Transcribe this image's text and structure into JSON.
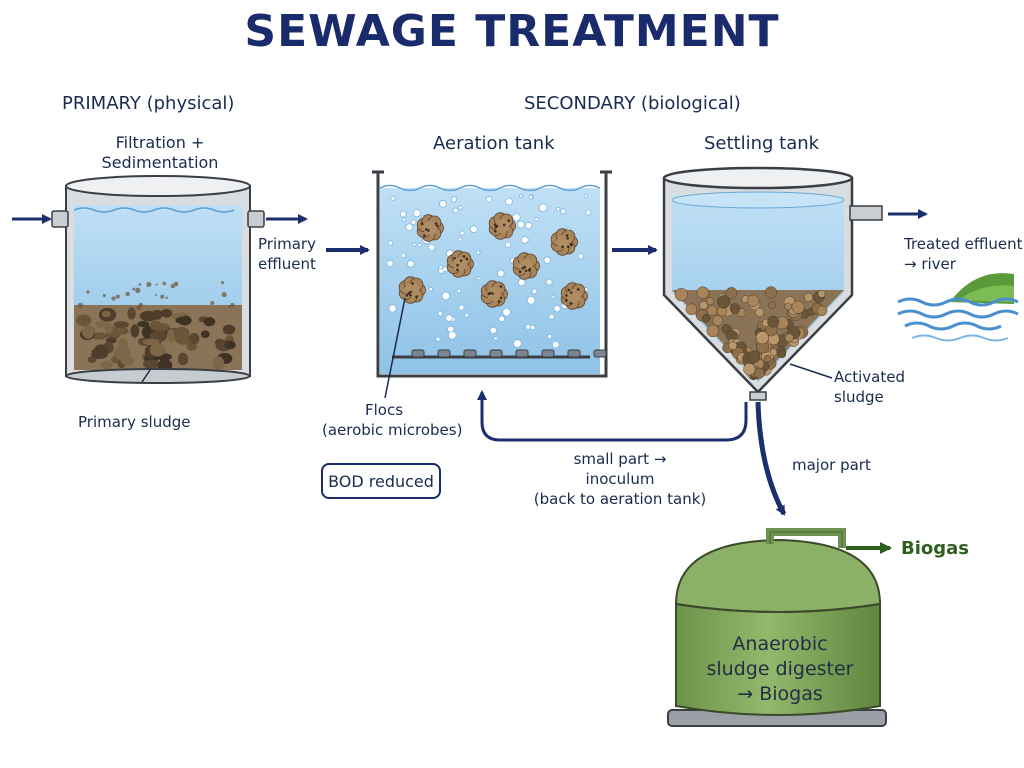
{
  "title": "SEWAGE TREATMENT",
  "sections": {
    "primary": "PRIMARY (physical)",
    "secondary": "SECONDARY (biological)"
  },
  "tanks": {
    "primary_tank": {
      "line1": "Filtration +",
      "line2": "Sedimentation"
    },
    "aeration_tank": "Aeration tank",
    "settling_tank": "Settling tank"
  },
  "labels": {
    "primary_effluent": {
      "line1": "Primary",
      "line2": "effluent"
    },
    "primary_sludge": "Primary sludge",
    "flocs": {
      "line1": "Flocs",
      "line2": "(aerobic microbes)"
    },
    "bod": "BOD reduced",
    "treated_effluent": {
      "line1": "Treated effluent",
      "line2": "→ river"
    },
    "activated_sludge": {
      "line1": "Activated",
      "line2": "sludge"
    },
    "return": {
      "line1": "small part →",
      "line2": "inoculum",
      "line3": "(back to aeration tank)"
    },
    "major_part": "major part",
    "digester": {
      "line1": "Anaerobic",
      "line2": "sludge digester",
      "line3": "→ Biogas"
    },
    "biogas": "Biogas"
  },
  "colors": {
    "arrow": "#1a2f6e",
    "water": "#a9d3f0",
    "sludge": "#7a6548",
    "digester": "#7fa35a",
    "biogas_arrow": "#2e5f1e"
  }
}
